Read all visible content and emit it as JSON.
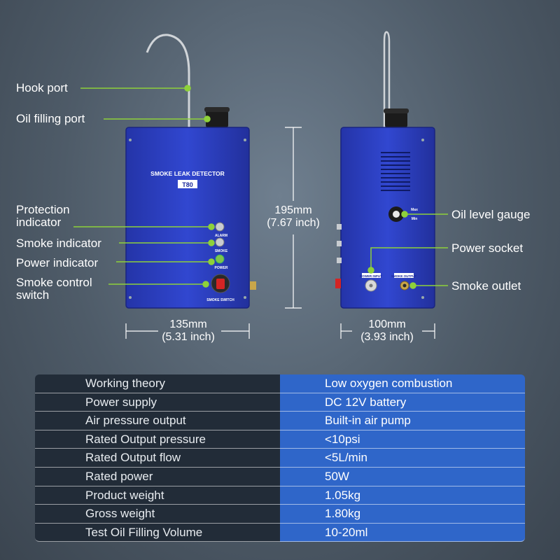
{
  "callouts": {
    "hook_port": "Hook port",
    "oil_filling_port": "Oil filling port",
    "protection_indicator_1": "Protection",
    "protection_indicator_2": "indicator",
    "smoke_indicator": "Smoke indicator",
    "power_indicator": "Power indicator",
    "smoke_control_switch_1": "Smoke control",
    "smoke_control_switch_2": "switch",
    "oil_level_gauge": "Oil level gauge",
    "power_socket": "Power socket",
    "smoke_outlet": "Smoke outlet"
  },
  "device": {
    "title": "SMOKE LEAK DETECTOR",
    "model": "T80",
    "alarm": "ALARM",
    "smoke": "SMOKE",
    "power": "POWER",
    "smoke_switch": "SMOKE SWITCH",
    "max": "Max",
    "min": "Min",
    "power_input": "POWER INPUT",
    "smoke_output": "SMOKE OUTPUT"
  },
  "dimensions": {
    "height_mm": "195mm",
    "height_inch": "(7.67 inch)",
    "width_mm": "135mm",
    "width_inch": "(5.31 inch)",
    "depth_mm": "100mm",
    "depth_inch": "(3.93 inch)"
  },
  "specs": [
    {
      "key": "Working theory",
      "value": "Low oxygen combustion"
    },
    {
      "key": "Power supply",
      "value": "DC 12V battery"
    },
    {
      "key": "Air pressure output",
      "value": "Built-in air pump"
    },
    {
      "key": "Rated Output pressure",
      "value": "<10psi"
    },
    {
      "key": "Rated Output flow",
      "value": "<5L/min"
    },
    {
      "key": "Rated power",
      "value": "50W"
    },
    {
      "key": "Product weight",
      "value": "1.05kg"
    },
    {
      "key": "Gross weight",
      "value": "1.80kg"
    },
    {
      "key": "Test Oil Filling Volume",
      "value": "10-20ml"
    }
  ],
  "colors": {
    "device_blue": "#2b3fc4",
    "callout_green": "#8ed13a",
    "table_dark": "#222c38",
    "table_blue": "#2f66c9"
  }
}
